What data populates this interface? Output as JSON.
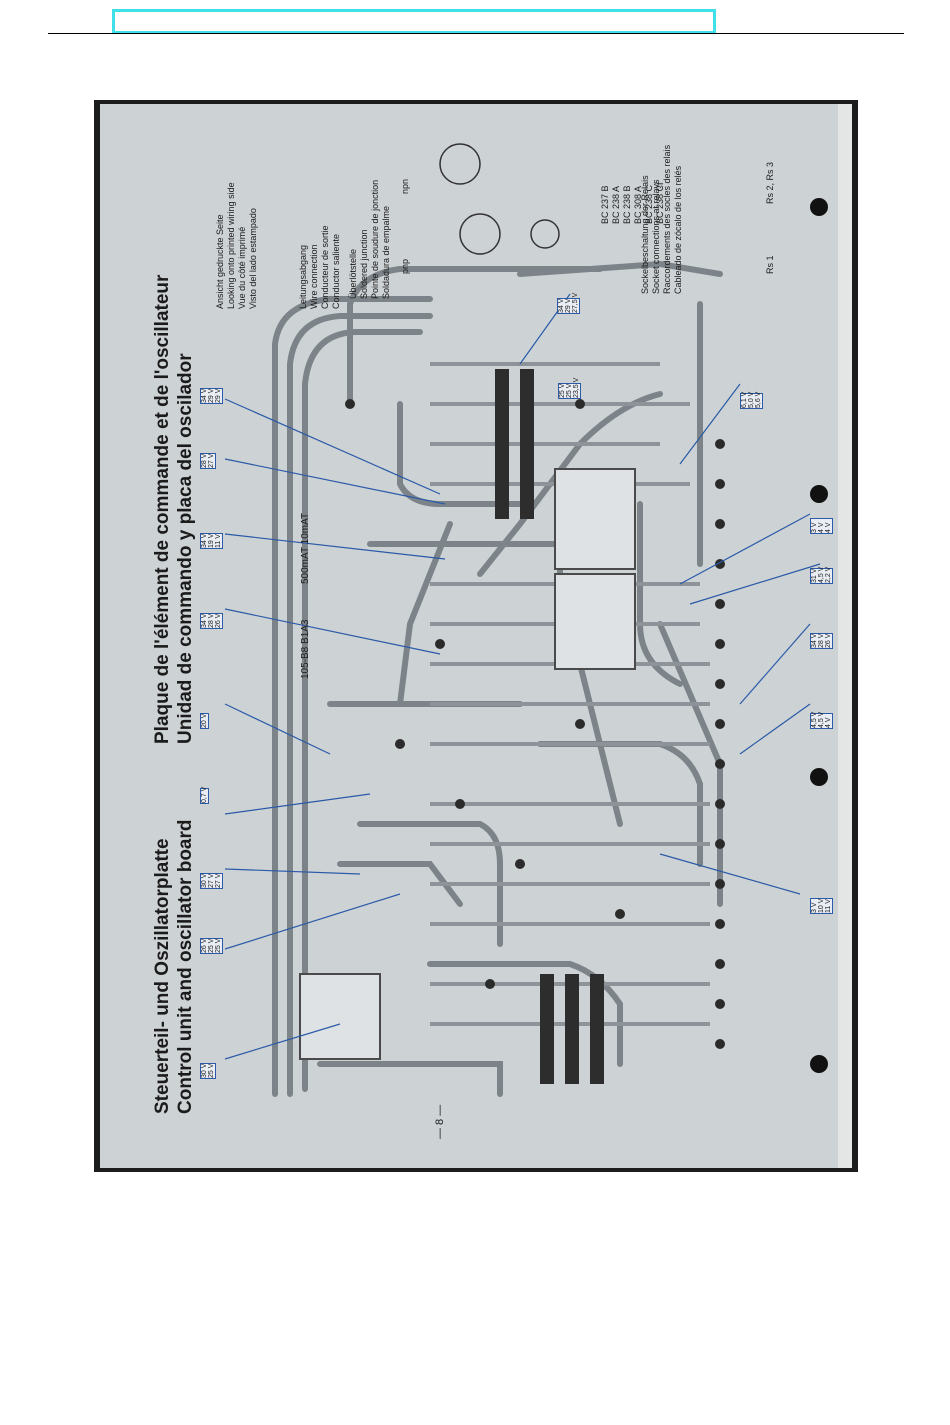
{
  "titles": {
    "de_line": "Steuerteil- und Oszillatorplatte",
    "en_line": "Control unit and oscillator board",
    "fr_line": "Plaque de l'élément de commande et de l'oscillateur",
    "es_line": "Unidad de commando y placa del oscilador"
  },
  "legend": {
    "view": [
      "Ansicht gedruckte Seite",
      "Looking onto printed wiring side",
      "Vue du côté imprimé",
      "Visto del lado estampado"
    ],
    "wire": [
      "Leitungsabgang",
      "Wire connection",
      "Conducteur de sortie",
      "Conductor saliente"
    ],
    "solder": [
      "Überlötstelle",
      "Soldered junction",
      "Pointe de soudure de jonction",
      "Soldadura de empalme"
    ],
    "npn": "npn",
    "pnp": "pnp",
    "transistors": [
      "BC 237 B",
      "BC 238 A",
      "BC 238 B",
      "BC 308 A",
      "BC 238 C",
      "BC 238 Cf"
    ],
    "relay_sockets": [
      "Sockelbeschaltung der Relais",
      "Socket connections at relays",
      "Raccordements des socles des relais",
      "Cableado de zócalo de los relés"
    ],
    "relay_labels": [
      "Rs 1",
      "Rs 2, Rs 3"
    ]
  },
  "board": {
    "part_no": "105-B8 B1A3",
    "fuse_label": "500mAT 10mAT",
    "page_number": "— 8 —"
  },
  "voltage_boxes": [
    [
      "34 V",
      "29 V",
      "29 V"
    ],
    [
      "28 V",
      "27 V"
    ],
    [
      "34 V",
      "19 V",
      "11 V"
    ],
    [
      "34 V",
      "28 V",
      "26 V"
    ],
    [
      "20 V"
    ],
    [
      "0,7 V"
    ],
    [
      "30 V",
      "27 V",
      "27 V"
    ],
    [
      "26 V",
      "25 V",
      "25 V"
    ],
    [
      "30 V",
      "25 V"
    ],
    [
      "34 V",
      "29 V",
      "27,5 V"
    ],
    [
      "25 V",
      "25 V",
      "23,5 V"
    ],
    [
      "6,1 V",
      "5,0 V",
      "5,6 V"
    ],
    [
      "3 V",
      "4 V",
      "4 V"
    ],
    [
      "31 V",
      "4,5 V",
      "2,2 V"
    ],
    [
      "34 V",
      "28 V",
      "26 V"
    ],
    [
      "4,5 V",
      "4,5 V",
      "4 V"
    ],
    [
      "3 V",
      "10 V",
      "11 V"
    ]
  ],
  "colors": {
    "paper": "#cdd2d5",
    "trace": "#7d8489",
    "ink": "#1b1b1b",
    "callout": "#2a5aa8",
    "highlight": "#3fe0e8"
  }
}
